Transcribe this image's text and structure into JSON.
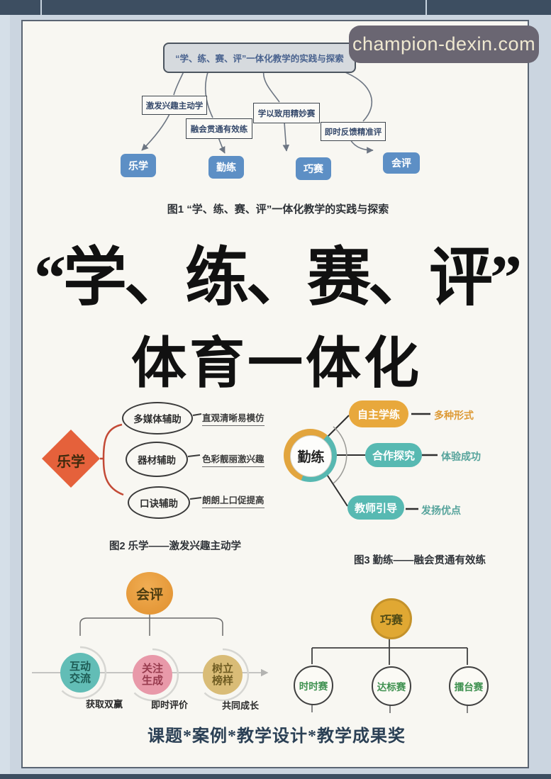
{
  "watermark": {
    "text": "champion-dexin.com"
  },
  "fig1": {
    "root": "“学、练、赛、评”一体化教学的实践与探索",
    "branches": [
      "激发兴趣主动学",
      "融会贯通有效练",
      "学以致用精妙赛",
      "即时反馈精准评"
    ],
    "leaves": [
      "乐学",
      "勤练",
      "巧赛",
      "会评"
    ],
    "caption": "图1 “学、练、赛、评”一体化教学的实践与探索"
  },
  "title": {
    "line1": "“学、练、赛、评”",
    "line2": "体育一体化"
  },
  "fig2": {
    "root": "乐学",
    "branches": [
      {
        "node": "多媒体辅助",
        "note": "直观清晰易模仿"
      },
      {
        "node": "器材辅助",
        "note": "色彩靓丽激兴趣"
      },
      {
        "node": "口诀辅助",
        "note": "朗朗上口促提高"
      }
    ],
    "caption": "图2 乐学——激发兴趣主动学"
  },
  "fig3": {
    "root": "勤练",
    "branches": [
      {
        "node": "自主学练",
        "note": "多种形式"
      },
      {
        "node": "合作探究",
        "note": "体验成功"
      },
      {
        "node": "教师引导",
        "note": "发扬优点"
      }
    ],
    "caption": "图3 勤练——融会贯通有效练"
  },
  "fig4": {
    "root": "会评",
    "branches": [
      {
        "node": "互动交流",
        "note": "获取双赢"
      },
      {
        "node": "关注生成",
        "note": "即时评价"
      },
      {
        "node": "树立榜样",
        "note": "共同成长"
      }
    ]
  },
  "fig5": {
    "root": "巧赛",
    "branches": [
      {
        "node": "时时赛"
      },
      {
        "node": "达标赛"
      },
      {
        "node": "擂台赛"
      }
    ]
  },
  "footer": {
    "text": "课题*案例*教学设计*教学成果奖"
  },
  "colors": {
    "leaf_blue": "#5d8fc5",
    "diamond_orange": "#e5613b",
    "pill_orange": "#e8a83c",
    "pill_teal": "#57b9b2",
    "eval_orange": "#e89c3e",
    "eval_teal": "#62bdb6",
    "eval_pink": "#e899a9",
    "eval_tan": "#d9bc77",
    "race_orange": "#e0a833",
    "race_green_text": "#3f9150",
    "frame_navy": "#3d4e61",
    "watermark_bg": "#6a6672"
  }
}
